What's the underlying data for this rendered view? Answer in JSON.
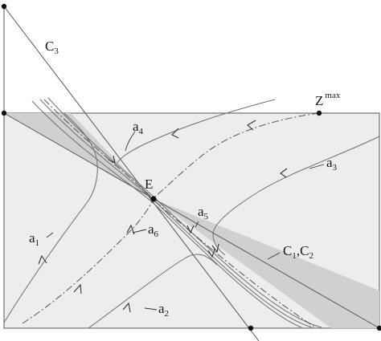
{
  "labels": {
    "c3": "C",
    "c3_sub": "3",
    "c12_a": "C",
    "c12_a_sub": "1",
    "c12_sep": ",",
    "c12_b": "C",
    "c12_b_sub": "2",
    "zmax_base": "Z",
    "zmax_sup": "max",
    "e": "E",
    "a1": "a",
    "a1_sub": "1",
    "a2": "a",
    "a2_sub": "2",
    "a3": "a",
    "a3_sub": "3",
    "a4": "a",
    "a4_sub": "4",
    "a5": "a",
    "a5_sub": "5",
    "a6": "a",
    "a6_sub": "6"
  },
  "colors": {
    "region_fill": "#ededed",
    "wedge_fill": "#d0d0d0",
    "frame": "#555555",
    "curve": "#6e6e6e"
  }
}
